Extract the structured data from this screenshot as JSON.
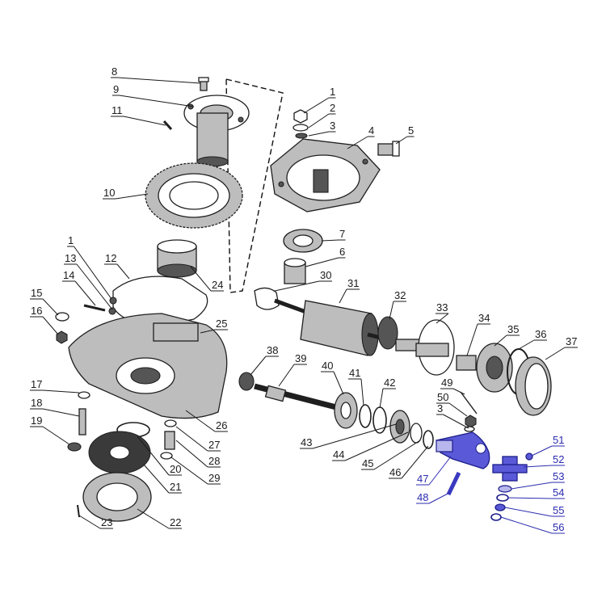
{
  "diagram": {
    "highlight_color": "#2b2bb0",
    "line_color": "#1a1a1a",
    "callouts": [
      {
        "label": "8"
      },
      {
        "label": "9"
      },
      {
        "label": "11"
      },
      {
        "label": "10"
      },
      {
        "label": "1"
      },
      {
        "label": "2"
      },
      {
        "label": "3"
      },
      {
        "label": "4"
      },
      {
        "label": "5"
      },
      {
        "label": "7"
      },
      {
        "label": "6"
      },
      {
        "label": "24"
      },
      {
        "label": "1"
      },
      {
        "label": "13"
      },
      {
        "label": "12"
      },
      {
        "label": "14"
      },
      {
        "label": "15"
      },
      {
        "label": "16"
      },
      {
        "label": "25"
      },
      {
        "label": "26"
      },
      {
        "label": "17"
      },
      {
        "label": "18"
      },
      {
        "label": "19"
      },
      {
        "label": "27"
      },
      {
        "label": "28"
      },
      {
        "label": "29"
      },
      {
        "label": "20"
      },
      {
        "label": "21"
      },
      {
        "label": "22"
      },
      {
        "label": "23"
      },
      {
        "label": "30"
      },
      {
        "label": "31"
      },
      {
        "label": "32"
      },
      {
        "label": "33"
      },
      {
        "label": "34"
      },
      {
        "label": "35"
      },
      {
        "label": "36"
      },
      {
        "label": "37"
      },
      {
        "label": "38"
      },
      {
        "label": "39"
      },
      {
        "label": "40"
      },
      {
        "label": "41"
      },
      {
        "label": "42"
      },
      {
        "label": "49"
      },
      {
        "label": "50"
      },
      {
        "label": "3"
      },
      {
        "label": "43"
      },
      {
        "label": "44"
      },
      {
        "label": "45"
      },
      {
        "label": "46"
      },
      {
        "label": "47"
      },
      {
        "label": "48"
      },
      {
        "label": "51"
      },
      {
        "label": "52"
      },
      {
        "label": "53"
      },
      {
        "label": "54"
      },
      {
        "label": "55"
      },
      {
        "label": "56"
      }
    ]
  }
}
